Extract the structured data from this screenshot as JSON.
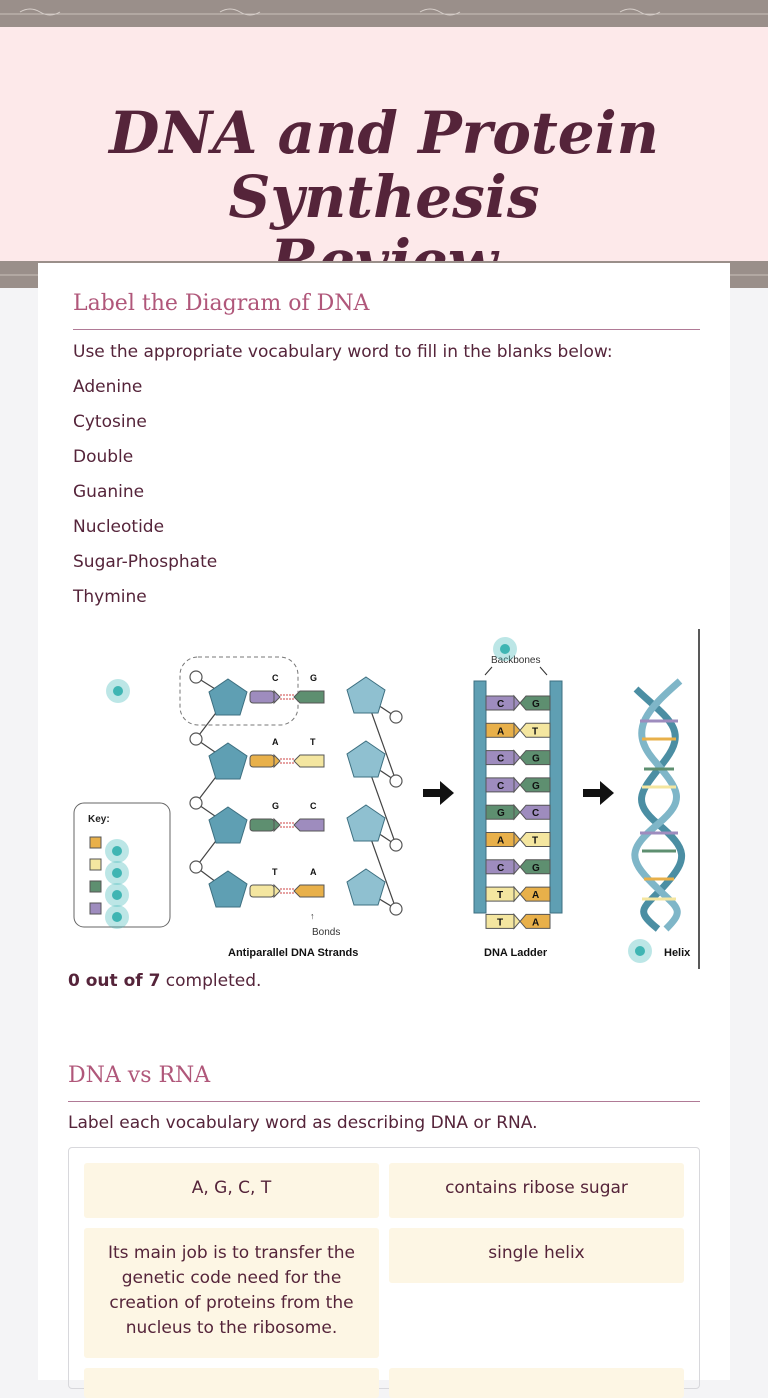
{
  "page": {
    "title_line1": "DNA and Protein Synthesis",
    "title_line2": "Review"
  },
  "section1": {
    "title": "Label the Diagram of DNA",
    "instructions": "Use the appropriate vocabulary word to fill in the blanks below:",
    "vocab": [
      "Adenine",
      "Cytosine",
      "Double",
      "Guanine",
      "Nucleotide",
      "Sugar-Phosphate",
      "Thymine"
    ],
    "progress_bold": "0 out of 7",
    "progress_rest": " completed."
  },
  "diagram": {
    "key_label": "Key:",
    "backbones_label": "Backbones",
    "bonds_label": "Bonds",
    "caption_left": "Antiparallel DNA Strands",
    "caption_middle": "DNA Ladder",
    "caption_right": "Helix",
    "strand_pairs": [
      [
        "C",
        "G"
      ],
      [
        "A",
        "T"
      ],
      [
        "G",
        "C"
      ],
      [
        "T",
        "A"
      ]
    ],
    "ladder_pairs": [
      [
        "C",
        "G"
      ],
      [
        "A",
        "T"
      ],
      [
        "C",
        "G"
      ],
      [
        "C",
        "G"
      ],
      [
        "G",
        "C"
      ],
      [
        "A",
        "T"
      ],
      [
        "C",
        "G"
      ],
      [
        "T",
        "A"
      ],
      [
        "T",
        "A"
      ]
    ],
    "colors": {
      "A": "#e8b04a",
      "T": "#f4e6a0",
      "G": "#5e8f70",
      "C": "#9e8cbe",
      "sugar": "#5f9fb3",
      "sugar_light": "#8fc0d0",
      "hotspot": "#3fb5b3"
    }
  },
  "section2": {
    "title": "DNA vs RNA",
    "instructions": "Label each vocabulary word as describing DNA or RNA.",
    "tiles": [
      "A, G, C, T",
      "contains ribose sugar",
      "Its main job is to transfer the genetic code need for the creation of proteins from the nucleus to the ribosome.",
      "single helix"
    ]
  }
}
